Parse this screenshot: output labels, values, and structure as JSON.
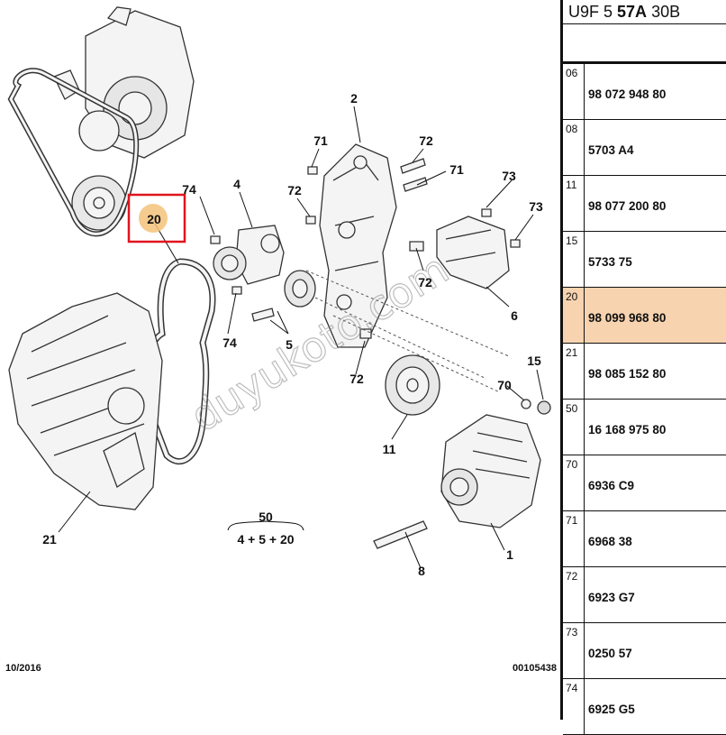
{
  "diagram": {
    "date": "10/2016",
    "drawing_number": "00105438",
    "watermark": "duyukoto.com",
    "highlighted_callout": "20",
    "callouts": [
      "74",
      "4",
      "2",
      "71",
      "72",
      "71",
      "72",
      "73",
      "73",
      "72",
      "6",
      "74",
      "5",
      "72",
      "11",
      "70",
      "15",
      "1",
      "8",
      "21",
      "20"
    ],
    "kit": {
      "label": "50",
      "contents": "4 + 5 + 20"
    }
  },
  "parts_table": {
    "header_a": "U9F 5 ",
    "header_b": "57A",
    "header_c": " 30B",
    "rows": [
      {
        "ref": "06",
        "number": "98 072 948 80"
      },
      {
        "ref": "08",
        "number": "5703 A4"
      },
      {
        "ref": "11",
        "number": "98 077 200 80"
      },
      {
        "ref": "15",
        "number": "5733 75"
      },
      {
        "ref": "20",
        "number": "98 099 968 80",
        "selected": true
      },
      {
        "ref": "21",
        "number": "98 085 152 80"
      },
      {
        "ref": "50",
        "number": "16 168 975 80"
      },
      {
        "ref": "70",
        "number": "6936 C9"
      },
      {
        "ref": "71",
        "number": "6968 38"
      },
      {
        "ref": "72",
        "number": "6923 G7"
      },
      {
        "ref": "73",
        "number": "0250 57"
      },
      {
        "ref": "74",
        "number": "6925 G5"
      }
    ],
    "colors": {
      "selected_row": "#f8d3b0",
      "highlight_frame": "#e0141e",
      "highlight_badge": "#f4c27a"
    }
  }
}
